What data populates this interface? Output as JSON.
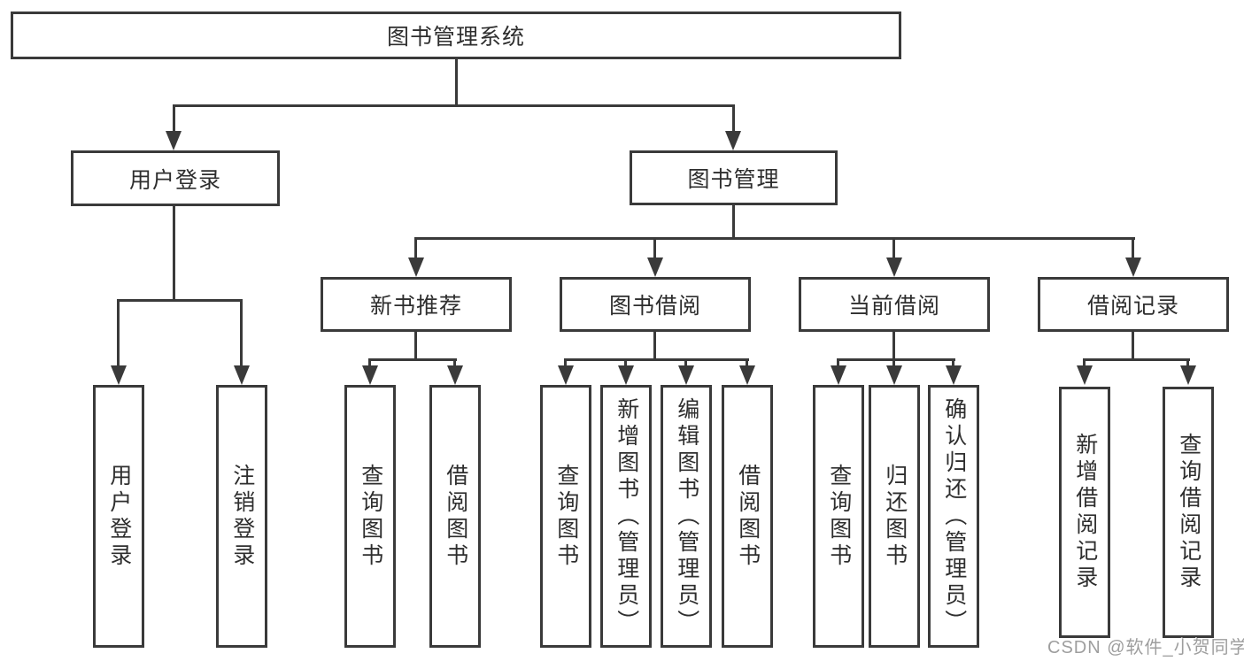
{
  "tree": {
    "root": {
      "label": "图书管理系统",
      "children": [
        {
          "label": "用户登录",
          "children": [
            {
              "label": "用户登录"
            },
            {
              "label": "注销登录"
            }
          ]
        },
        {
          "label": "图书管理",
          "children": [
            {
              "label": "新书推荐",
              "children": [
                {
                  "label": "查询图书"
                },
                {
                  "label": "借阅图书"
                }
              ]
            },
            {
              "label": "图书借阅",
              "children": [
                {
                  "label": "查询图书"
                },
                {
                  "label": "新增图书（管理员）"
                },
                {
                  "label": "编辑图书（管理员）"
                },
                {
                  "label": "借阅图书"
                }
              ]
            },
            {
              "label": "当前借阅",
              "children": [
                {
                  "label": "查询图书"
                },
                {
                  "label": "归还图书"
                },
                {
                  "label": "确认归还（管理员）"
                }
              ]
            },
            {
              "label": "借阅记录",
              "children": [
                {
                  "label": "新增借阅记录"
                },
                {
                  "label": "查询借阅记录"
                }
              ]
            }
          ]
        }
      ]
    }
  },
  "watermark": {
    "text": "CSDN @软件_小贺同学"
  },
  "colors": {
    "line": "#3a3a3a",
    "text": "#2e2e2e",
    "watermark": "#9e9e9e",
    "background": "#ffffff"
  }
}
